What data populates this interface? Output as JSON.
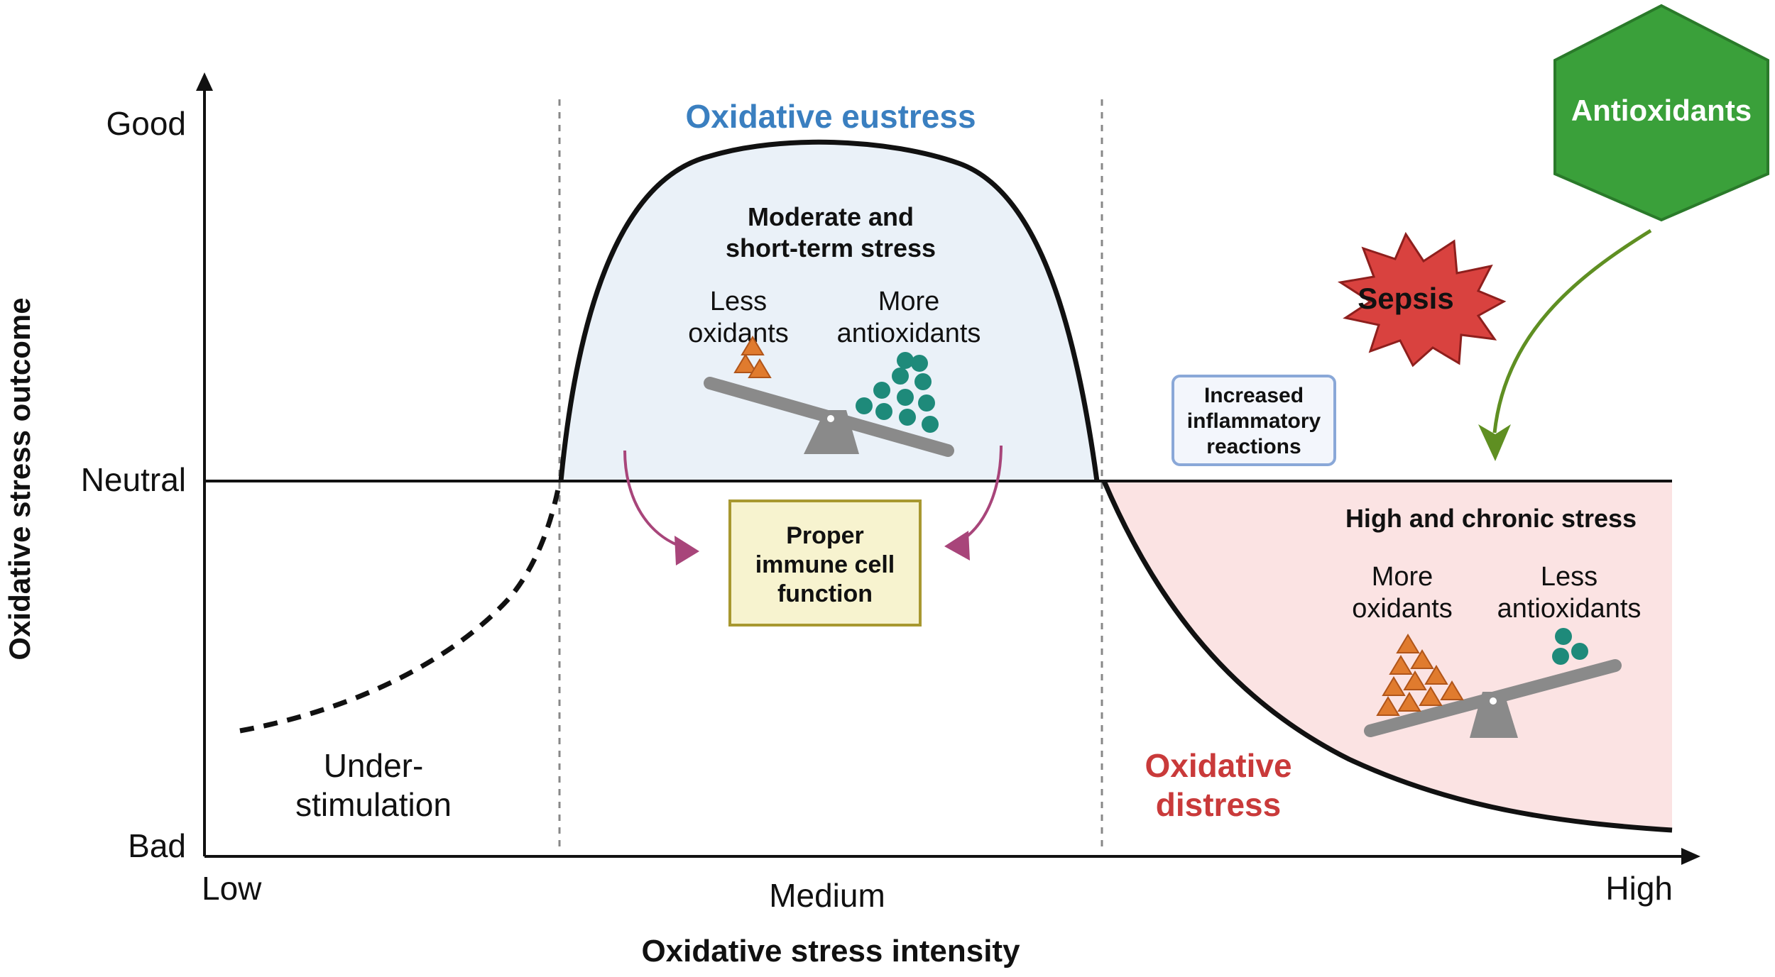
{
  "axes": {
    "y_title": "Oxidative stress outcome",
    "x_title": "Oxidative stress intensity",
    "y_ticks": [
      "Good",
      "Neutral",
      "Bad"
    ],
    "x_ticks": [
      "Low",
      "Medium",
      "High"
    ]
  },
  "regions": {
    "understimulation": [
      "Under-",
      "stimulation"
    ],
    "eustress_title": "Oxidative eustress",
    "distress_title": [
      "Oxidative",
      "distress"
    ]
  },
  "eustress": {
    "heading": [
      "Moderate and",
      "short-term stress"
    ],
    "left_label": [
      "Less",
      "oxidants"
    ],
    "right_label": [
      "More",
      "antioxidants"
    ],
    "immune_box": [
      "Proper",
      "immune cell",
      "function"
    ]
  },
  "distress": {
    "heading": "High and chronic stress",
    "left_label": [
      "More",
      "oxidants"
    ],
    "right_label": [
      "Less",
      "antioxidants"
    ]
  },
  "callouts": {
    "inflammatory": [
      "Increased",
      "inflammatory",
      "reactions"
    ],
    "sepsis": "Sepsis",
    "antioxidants": "Antioxidants"
  },
  "colors": {
    "eustress_title": "#3a7fc0",
    "distress_title": "#c93a3a",
    "eustress_fill": "#eaf1f8",
    "distress_fill": "#fbe3e3",
    "oxidant": "#e07b2e",
    "antioxidant": "#1e8a7a",
    "arrow_magenta": "#a8457a",
    "arrow_green": "#5f8f22",
    "hexagon_green": "#3aa03a",
    "sepsis_red": "#d9423f",
    "immune_box_fill": "#f7f3cf",
    "immune_box_border": "#a89830",
    "inflammatory_border": "#8aa8d8"
  }
}
